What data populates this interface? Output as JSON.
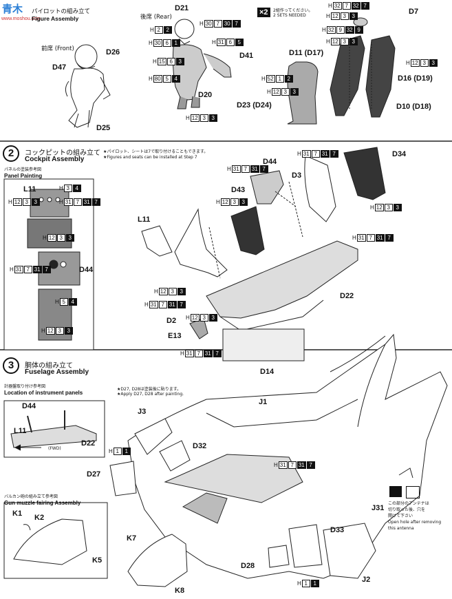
{
  "watermark": {
    "site_cn": "青木",
    "site_url": "www.moshou.com"
  },
  "step1": {
    "title_jp": "パイロットの組み立て",
    "title_en": "Figure Assembly",
    "front_label": "前席 (Front)",
    "rear_label": "後席 (Rear)",
    "sets_multiplier": "×2",
    "sets_jp": "2組作ってください。",
    "sets_en": "2 SETS NEEDED",
    "parts": {
      "d21": "D21",
      "d26": "D26",
      "d47": "D47",
      "d25": "D25",
      "d41": "D41",
      "d20": "D20",
      "d7": "D7",
      "d11": "D11 (D17)",
      "d16": "D16 (D19)",
      "d23": "D23 (D24)",
      "d10": "D10 (D18)"
    }
  },
  "step2": {
    "number": "2",
    "title_jp": "コックピットの組み立て",
    "title_en": "Cockpit Assembly",
    "note_jp": "★パイロット、シートは7で取り付けることもできます。",
    "note_en": "★Figures and seats can be installed at Step",
    "note_step": "7",
    "panel_jp": "パネルの塗装参考図",
    "panel_en": "Panel Painting",
    "parts": {
      "l11a": "L11",
      "d44a": "D44",
      "d44b": "D44",
      "d34": "D34",
      "d3": "D3",
      "d43": "D43",
      "l11b": "L11",
      "d22": "D22",
      "d2": "D2",
      "e13": "E13",
      "d14": "D14"
    }
  },
  "step3": {
    "number": "3",
    "title_jp": "胴体の組み立て",
    "title_en": "Fuselage Assembly",
    "loc_jp": "計器盤取り付け参考図",
    "loc_en": "Location of instrument panels",
    "loc_parts": {
      "d44": "D44",
      "l11": "L11",
      "d22": "D22"
    },
    "fwd_label": "(FWD)",
    "apply_jp": "★D27, D28は塗装後に貼ります。",
    "apply_en": "★Apply D27, D28 after painting.",
    "gun_jp": "バルカン砲の組み立て参考図",
    "gun_en": "Gun muzzle fairing Assembly",
    "parts": {
      "j1": "J1",
      "j3": "J3",
      "d32": "D32",
      "d27": "D27",
      "j31": "J31",
      "d33": "D33",
      "d28": "D28",
      "j2": "J2",
      "k1": "K1",
      "k2": "K2",
      "k5": "K5",
      "k7": "K7",
      "k8": "K8"
    },
    "antenna_jp1": "この部分のアンテナは",
    "antenna_jp2": "切り取った後、穴を",
    "antenna_jp3": "開けて下さい",
    "antenna_en1": "Open hole after removing",
    "antenna_en2": "this antenna"
  },
  "hcodes": {
    "h1": [
      "H",
      "2",
      "2"
    ],
    "h2": [
      "H",
      "30",
      "7",
      "30",
      "7"
    ],
    "h3": [
      "H",
      "30",
      "6",
      "1"
    ],
    "h4": [
      "H",
      "31",
      "6",
      "5"
    ],
    "h5": [
      "H",
      "15",
      "6",
      "3"
    ],
    "h6": [
      "H",
      "80",
      "5",
      "4"
    ],
    "h7": [
      "H",
      "12",
      "3",
      "3"
    ],
    "h8": [
      "H",
      "32",
      "7",
      "32",
      "7"
    ],
    "h9": [
      "H",
      "12",
      "3",
      "3"
    ],
    "h10": [
      "H",
      "32",
      "9",
      "32",
      "9"
    ],
    "h11": [
      "H",
      "12",
      "3",
      "3"
    ],
    "h12": [
      "H",
      "12",
      "3",
      "3"
    ],
    "h13": [
      "H",
      "52",
      "1",
      "2"
    ],
    "h14": [
      "H",
      "12",
      "3",
      "3"
    ],
    "p1": [
      "H",
      "3",
      "4"
    ],
    "p2": [
      "H",
      "12",
      "3",
      "3"
    ],
    "p3": [
      "H",
      "31",
      "7",
      "31",
      "7"
    ],
    "p4": [
      "H",
      "12",
      "3",
      "3"
    ],
    "p5": [
      "H",
      "31",
      "7",
      "31",
      "7"
    ],
    "p6": [
      "H",
      "5",
      "4"
    ],
    "p7": [
      "H",
      "12",
      "3",
      "3"
    ],
    "c1": [
      "H",
      "31",
      "7",
      "31",
      "7"
    ],
    "c2": [
      "H",
      "31",
      "7",
      "31",
      "7"
    ],
    "c3": [
      "H",
      "12",
      "3",
      "3"
    ],
    "c4": [
      "H",
      "12",
      "3",
      "3"
    ],
    "c5": [
      "H",
      "31",
      "7",
      "31",
      "7"
    ],
    "c6": [
      "H",
      "12",
      "3",
      "3"
    ],
    "c7": [
      "H",
      "31",
      "7",
      "31",
      "7"
    ],
    "c8": [
      "H",
      "12",
      "3",
      "3"
    ],
    "c9": [
      "H",
      "31",
      "7",
      "31",
      "7"
    ],
    "f1": [
      "H",
      "1",
      "1"
    ],
    "f2": [
      "H",
      "31",
      "7",
      "31",
      "7"
    ],
    "f3": [
      "H",
      "1",
      "1"
    ]
  }
}
